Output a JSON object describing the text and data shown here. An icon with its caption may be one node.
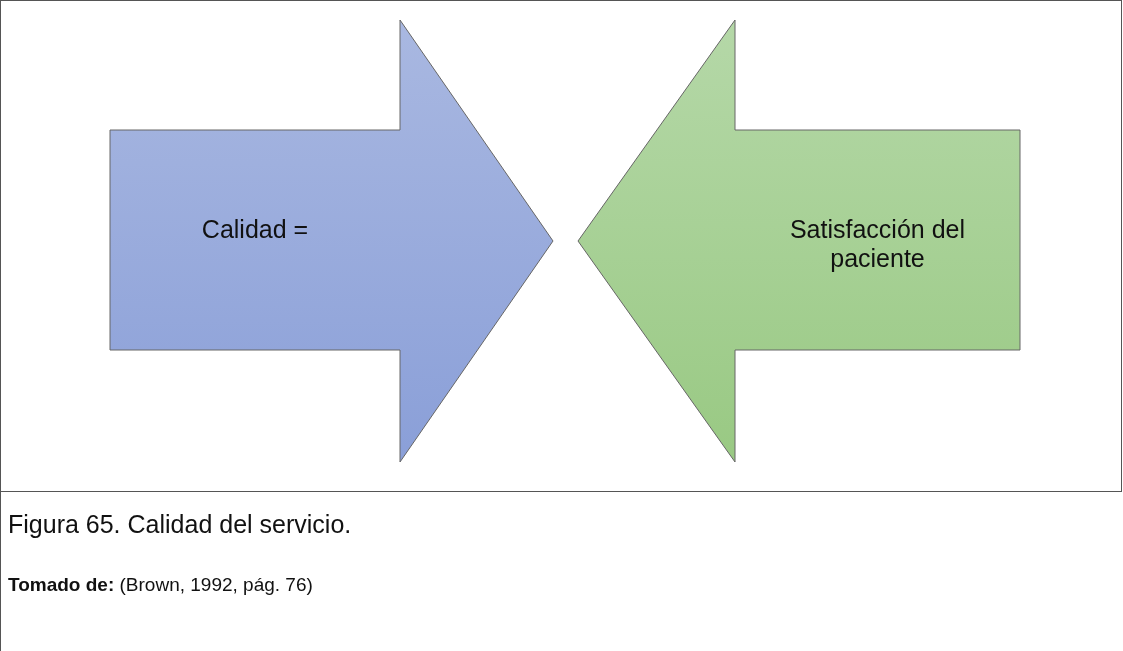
{
  "diagram": {
    "caption": "Figura 65. Calidad del servicio.",
    "nodes": [
      {
        "text": [
          "Calidad ="
        ]
      },
      {
        "text": [
          "Satisfacción del paciente"
        ]
      }
    ],
    "labels": [
      "**Tomado de:** (Brown, 1992, pág. 76)"
    ]
  }
}
